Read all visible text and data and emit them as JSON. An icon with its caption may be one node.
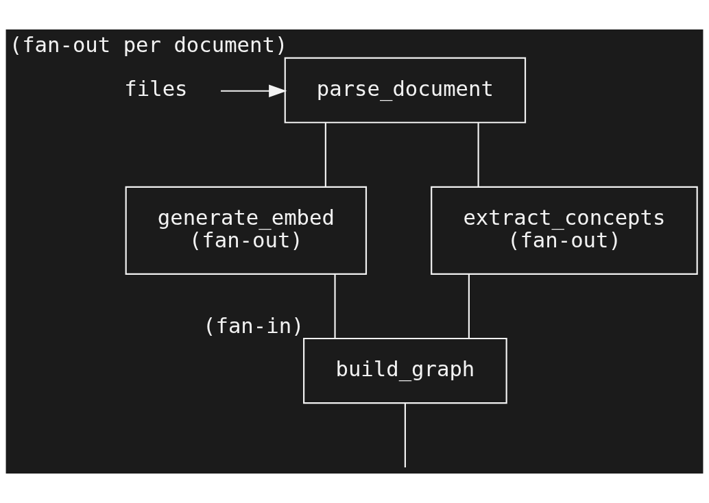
{
  "diagram": {
    "nodes": [
      {
        "text": [
          "files"
        ]
      },
      {
        "text": [
          "parse_document"
        ],
        "beside": [
          "(fan-out per document)"
        ]
      },
      {
        "text": [
          "generate_embed",
          "(fan-out)"
        ]
      },
      {
        "text": [
          "extract_concepts",
          "(fan-out)"
        ]
      },
      {
        "text": [
          "build_graph"
        ],
        "beside": [
          "(fan-in)"
        ]
      }
    ],
    "edges": [
      {
        "from": 0,
        "to": 1,
        "arrow": "to"
      },
      {
        "from": 1,
        "to": 2,
        "arrow": "none"
      },
      {
        "from": 1,
        "to": 3,
        "arrow": "none"
      },
      {
        "from": 2,
        "to": 4,
        "arrow": "none"
      },
      {
        "from": 3,
        "to": 4,
        "arrow": "none"
      },
      {
        "from": 4,
        "to": null,
        "arrow": "none"
      }
    ]
  }
}
